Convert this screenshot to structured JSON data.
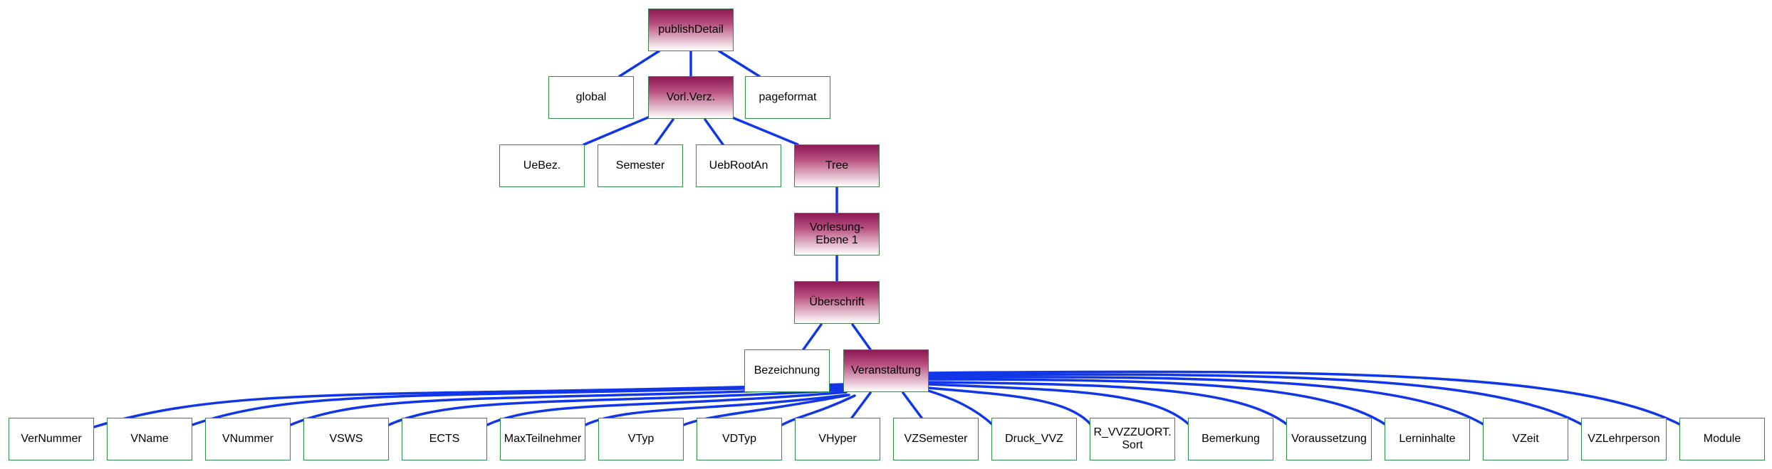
{
  "colors": {
    "edge": "#1036e8",
    "leaf_border": "#2f8f4a",
    "branch_top": "#8c1a55",
    "branch_bottom": "#ffffff"
  },
  "nodes": {
    "publishDetail": "publishDetail",
    "global": "global",
    "vorl_verz": "Vorl.Verz.",
    "pageformat": "pageformat",
    "uebez": "UeBez.",
    "semester": "Semester",
    "uebrootan": "UebRootAn",
    "tree": "Tree",
    "vorlesung_ebene": "Vorlesung-\nEbene 1",
    "ueberschrift": "Überschrift",
    "bezeichnung": "Bezeichnung",
    "veranstaltung": "Veranstaltung",
    "leaves": [
      "VerNummer",
      "VName",
      "VNummer",
      "VSWS",
      "ECTS",
      "MaxTeilnehmer",
      "VTyp",
      "VDTyp",
      "VHyper",
      "VZSemester",
      "Druck_VVZ",
      "R_VVZZUORT.\nSort",
      "Bemerkung",
      "Voraussetzung",
      "Lerninhalte",
      "VZeit",
      "VZLehrperson",
      "Module"
    ]
  }
}
